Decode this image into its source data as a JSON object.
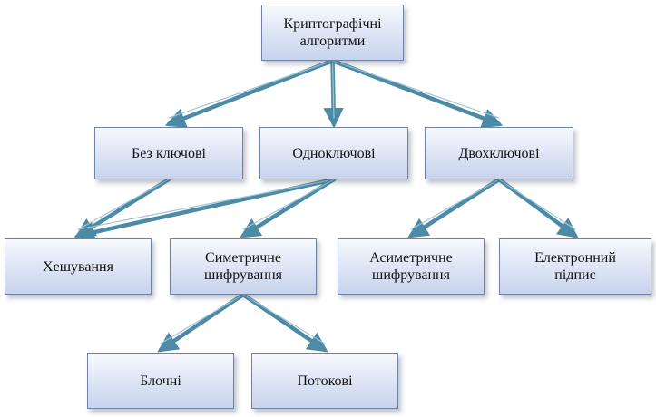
{
  "nodes": {
    "root": "Криптографічні\nалгоритми",
    "keyless": "Без ключові",
    "onekey": "Одноключові",
    "twokey": "Двохключові",
    "hash": "Хешування",
    "sym": "Симетричне\nшифрування",
    "asym": "Асиметричне\nшифрування",
    "sign": "Електронний\nпідпис",
    "block": "Блочні",
    "stream": "Потокові"
  },
  "edges": [
    {
      "from": "root",
      "to": "keyless"
    },
    {
      "from": "root",
      "to": "onekey"
    },
    {
      "from": "root",
      "to": "twokey"
    },
    {
      "from": "keyless",
      "to": "hash"
    },
    {
      "from": "onekey",
      "to": "hash"
    },
    {
      "from": "onekey",
      "to": "sym"
    },
    {
      "from": "twokey",
      "to": "asym"
    },
    {
      "from": "twokey",
      "to": "sign"
    },
    {
      "from": "sym",
      "to": "block"
    },
    {
      "from": "sym",
      "to": "stream"
    }
  ],
  "colors": {
    "connector": "#4d8aa6",
    "connector_light": "#9cc6d8",
    "node_border": "#6f82a8"
  }
}
